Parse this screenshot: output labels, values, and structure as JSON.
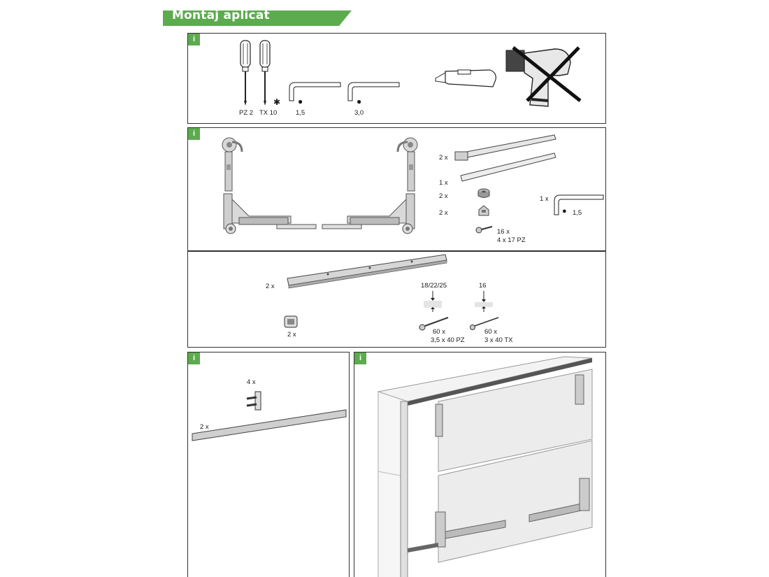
{
  "header": {
    "title": "Montaj aplicat",
    "accent_color": "#5cab4e"
  },
  "panels": {
    "tools": {
      "badge": "i",
      "screwdriver_pz_label": "PZ 2",
      "screwdriver_tx_label": "TX 10",
      "allen_key_small_label": "1,5",
      "allen_key_large_label": "3,0",
      "icons": [
        "screwdriver-icon",
        "allen-key-icon",
        "utility-knife-icon",
        "power-drill-prohibited-icon"
      ]
    },
    "fittings": {
      "badge": "i",
      "long_profile_qty": "2 x",
      "short_profile_qty": "1 x",
      "bumper_qty": "2 x",
      "clip_qty": "2 x",
      "screw_qty": "16 x",
      "screw_spec": "4 x 17 PZ",
      "allen_key_qty": "1 x",
      "allen_key_size": "1,5"
    },
    "rails": {
      "rail_qty": "2 x",
      "end_cap_qty": "2 x",
      "thickness_a": "18/22/25",
      "thickness_b": "16",
      "screw_a_qty": "60 x",
      "screw_a_spec": "3,5 x 40 PZ",
      "screw_b_qty": "60 x",
      "screw_b_spec": "3 x 40 TX"
    },
    "connectors": {
      "badge": "i",
      "connector_qty": "4 x",
      "strip_qty": "2 x"
    },
    "assembly": {
      "badge": "i"
    }
  }
}
